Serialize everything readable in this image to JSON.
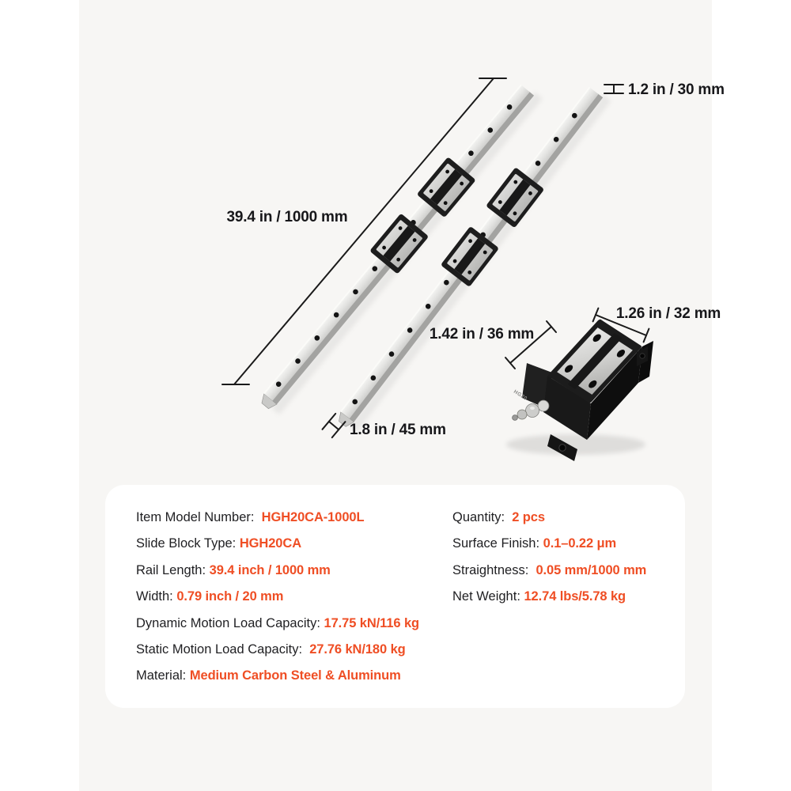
{
  "colors": {
    "accent": "#ef4e24",
    "text": "#1f1f22",
    "stage_background": "#f7f6f4",
    "page_background": "#ffffff"
  },
  "diagram": {
    "rail_length": "39.4 in / 1000 mm",
    "rail_height": "1.2 in / 30 mm",
    "rail_end_width": "1.8 in / 45 mm",
    "block_length": "1.42 in / 36 mm",
    "block_width": "1.26 in / 32 mm",
    "block_marking": "HG20"
  },
  "specs": {
    "left": [
      {
        "label": "Item Model Number:  ",
        "value": "HGH20CA-1000L"
      },
      {
        "label": "Slide Block Type: ",
        "value": "HGH20CA"
      },
      {
        "label": "Rail Length: ",
        "value": "39.4 inch / 1000 mm"
      },
      {
        "label": "Width: ",
        "value": "0.79 inch / 20 mm"
      },
      {
        "label": "Dynamic Motion Load Capacity: ",
        "value": "17.75 kN/116 kg"
      },
      {
        "label": "Static Motion Load Capacity:  ",
        "value": "27.76 kN/180 kg"
      },
      {
        "label": "Material: ",
        "value": "Medium Carbon Steel & Aluminum"
      }
    ],
    "right": [
      {
        "label": "Quantity:  ",
        "value": "2 pcs"
      },
      {
        "label": "Surface Finish: ",
        "value": "0.1–0.22 μm"
      },
      {
        "label": "Straightness:  ",
        "value": "0.05 mm/1000 mm"
      },
      {
        "label": "Net Weight: ",
        "value": "12.74 lbs/5.78 kg"
      }
    ]
  }
}
